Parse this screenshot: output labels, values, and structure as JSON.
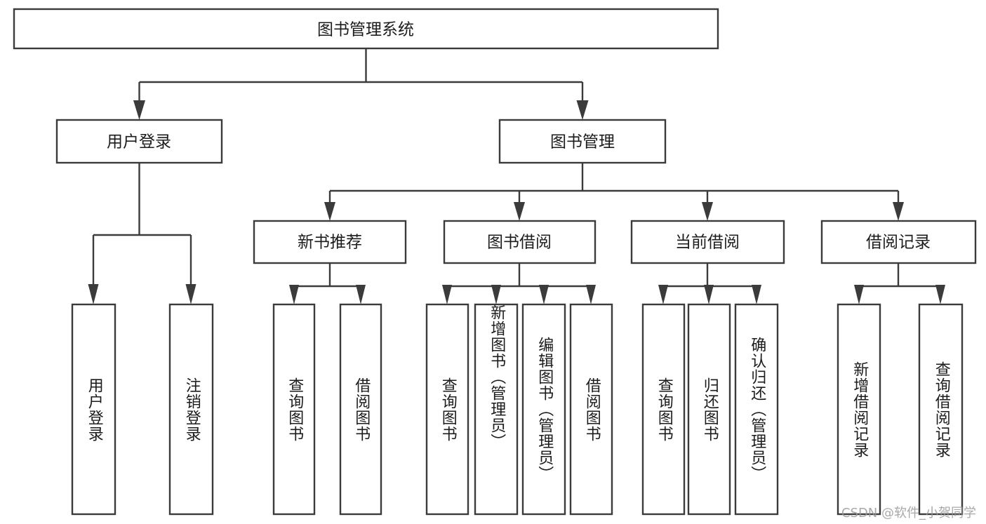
{
  "diagram": {
    "type": "tree-hierarchy",
    "title": "图书管理系统",
    "watermark": "CSDN @软件_小贺同学",
    "colors": {
      "background": "#ffffff",
      "stroke": "#3b3b3b",
      "text": "#1c1c1c",
      "watermark": "#9a9a9a"
    },
    "root": {
      "label": "图书管理系统"
    },
    "level2": [
      {
        "label": "用户登录"
      },
      {
        "label": "图书管理"
      }
    ],
    "level3": [
      {
        "label": "新书推荐"
      },
      {
        "label": "图书借阅"
      },
      {
        "label": "当前借阅"
      },
      {
        "label": "借阅记录"
      }
    ],
    "leaves": {
      "user_login": [
        {
          "label": "用户登录"
        },
        {
          "label": "注销登录"
        }
      ],
      "new_book_recommend": [
        {
          "label": "查询图书"
        },
        {
          "label": "借阅图书"
        }
      ],
      "book_borrow": [
        {
          "label": "查询图书"
        },
        {
          "label": "新增图书（管理员）"
        },
        {
          "label": "编辑图书（管理员）"
        },
        {
          "label": "借阅图书"
        }
      ],
      "current_borrow": [
        {
          "label": "查询图书"
        },
        {
          "label": "归还图书"
        },
        {
          "label": "确认归还（管理员）"
        }
      ],
      "borrow_record": [
        {
          "label": "新增借阅记录"
        },
        {
          "label": "查询借阅记录"
        }
      ]
    }
  }
}
